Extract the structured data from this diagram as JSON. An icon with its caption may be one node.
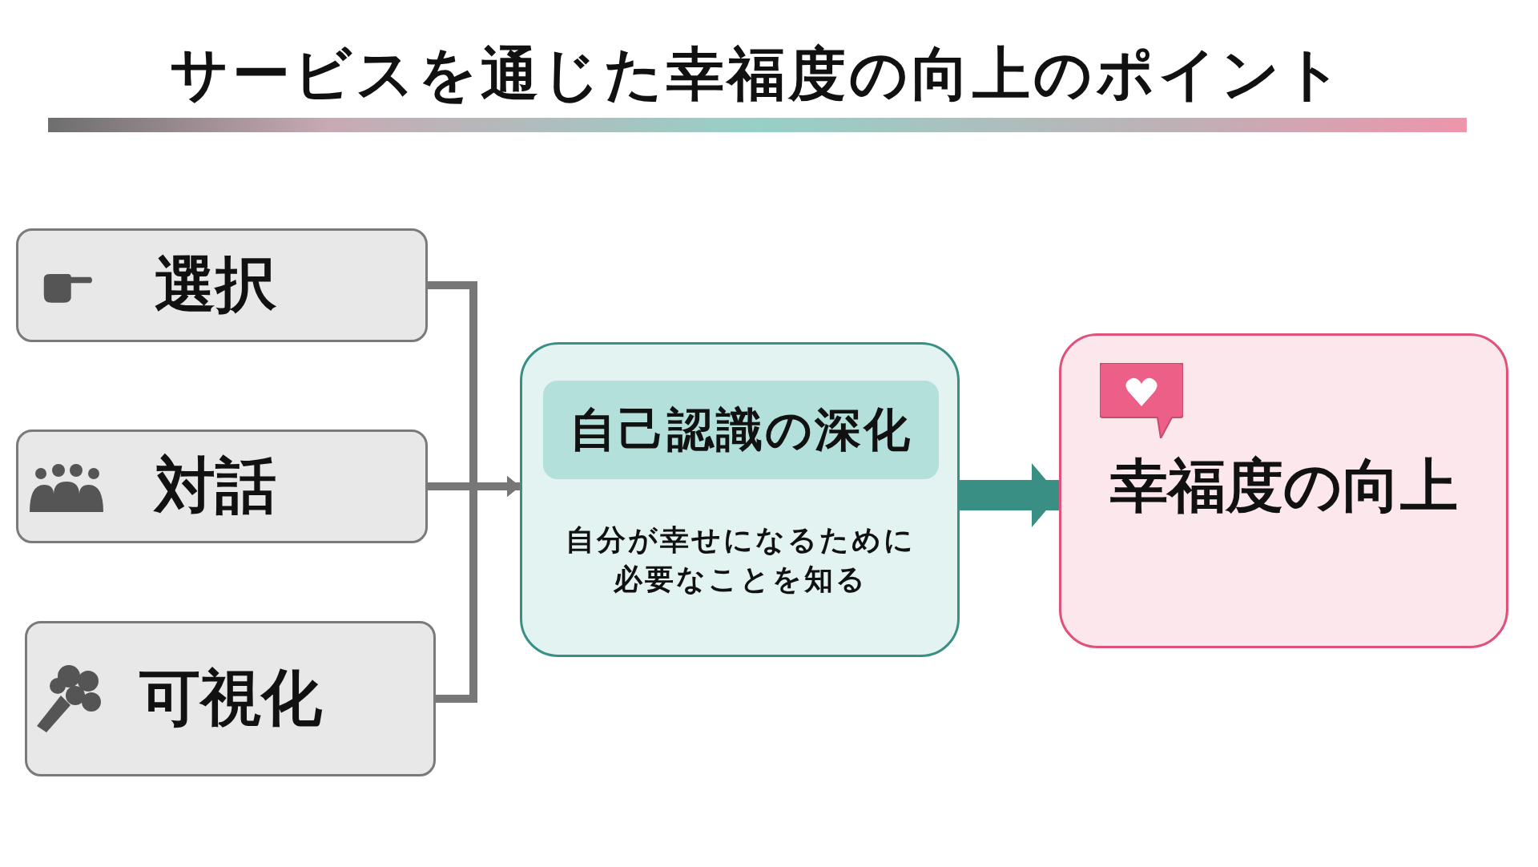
{
  "diagram": {
    "title": "サービスを通じた幸福度の向上のポイント",
    "nodes": [
      {
        "text": [
          "選択"
        ]
      },
      {
        "text": [
          "対話"
        ]
      },
      {
        "text": [
          "可視化"
        ]
      },
      {
        "text": [
          "自己認識の深化",
          "自分が幸せになるために必要なことを知る"
        ]
      },
      {
        "text": [
          "幸福度の向上"
        ]
      }
    ],
    "edges": [
      {
        "from": 0,
        "to": 3,
        "arrow": "to"
      },
      {
        "from": 1,
        "to": 3,
        "arrow": "to"
      },
      {
        "from": 2,
        "to": 3,
        "arrow": "to"
      },
      {
        "from": 3,
        "to": 4,
        "arrow": "to",
        "style": "thick",
        "color": "#3a8f84"
      }
    ]
  }
}
